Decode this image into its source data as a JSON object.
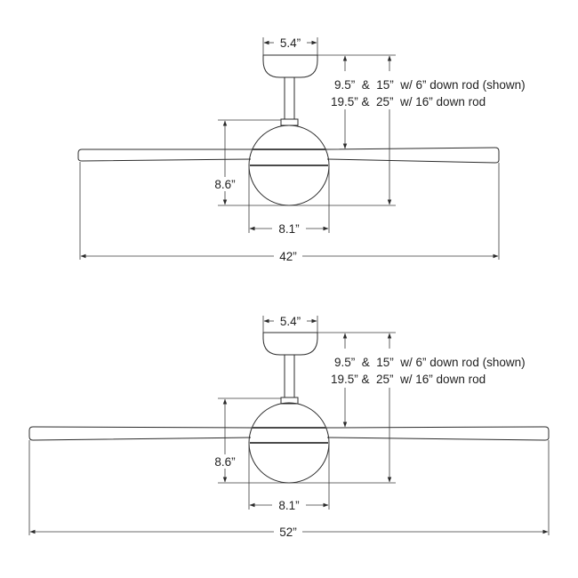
{
  "diagrams": [
    {
      "id": "fan-42",
      "canopy_width": "5.4”",
      "drop_line_1": "9.5”  &  15”  w/ 6” down rod (shown)",
      "drop_line_2": "19.5” &  25”  w/ 16” down rod",
      "light_kit_height": "8.6”",
      "light_kit_width": "8.1”",
      "blade_span": "42”"
    },
    {
      "id": "fan-52",
      "canopy_width": "5.4”",
      "drop_line_1": "9.5”  &  15”  w/ 6” down rod (shown)",
      "drop_line_2": "19.5” &  25”  w/ 16” down rod",
      "light_kit_height": "8.6”",
      "light_kit_width": "8.1”",
      "blade_span": "52”"
    }
  ],
  "colors": {
    "line": "#2b2b2b",
    "text": "#1f1f1f",
    "background": "#ffffff"
  }
}
